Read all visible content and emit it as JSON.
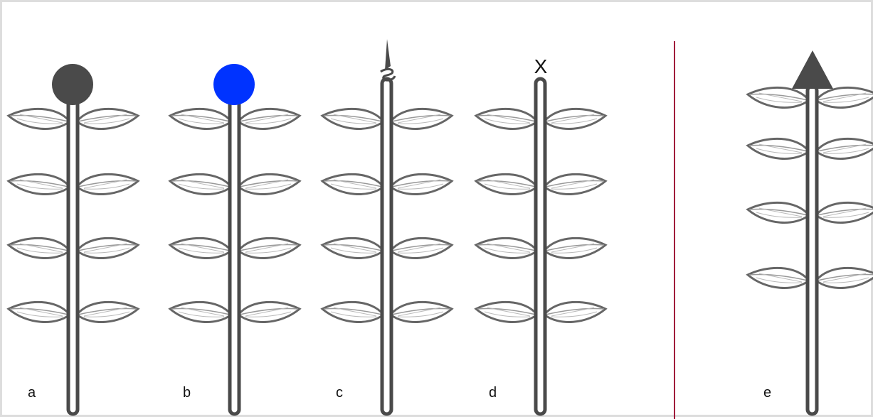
{
  "figure": {
    "panels": [
      {
        "id": "a",
        "label": "a",
        "apex": "filled-circle",
        "apex_color": "#4a4a4a",
        "leaf_pairs": 4
      },
      {
        "id": "b",
        "label": "b",
        "apex": "filled-circle",
        "apex_color": "#0033ff",
        "leaf_pairs": 4
      },
      {
        "id": "c",
        "label": "c",
        "apex": "withered-tip",
        "apex_color": "#4a4a4a",
        "leaf_pairs": 4
      },
      {
        "id": "d",
        "label": "d",
        "apex": "x-mark",
        "apex_text": "X",
        "leaf_pairs": 4
      },
      {
        "id": "e",
        "label": "e",
        "apex": "triangle",
        "apex_color": "#4a4a4a",
        "leaf_pairs": 4
      }
    ],
    "divider_color": "#a0003a",
    "stem_color": "#4a4a4a",
    "leaf_color": "#666666"
  }
}
